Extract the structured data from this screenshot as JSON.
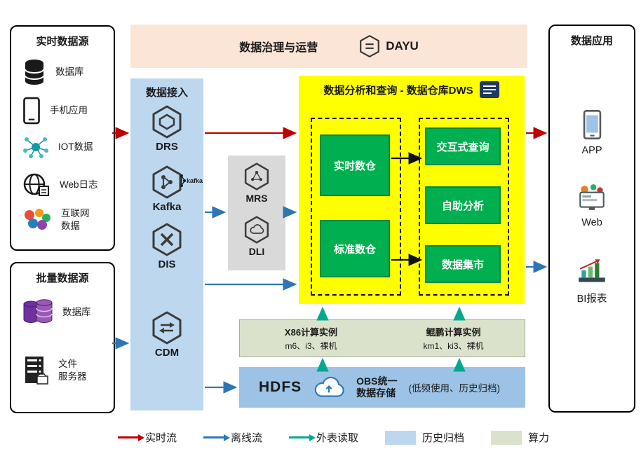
{
  "banner": {
    "title": "数据治理与运营",
    "logo_text": "DAYU"
  },
  "realtime_sources": {
    "title": "实时数据源",
    "items": [
      {
        "label": "数据库"
      },
      {
        "label": "手机应用"
      },
      {
        "label": "IOT数据"
      },
      {
        "label": "Web日志"
      },
      {
        "label": "互联网\n数据"
      }
    ]
  },
  "batch_sources": {
    "title": "批量数据源",
    "items": [
      {
        "label": "数据库"
      },
      {
        "label": "文件\n服务器"
      }
    ]
  },
  "ingestion": {
    "title": "数据接入",
    "services": [
      {
        "label": "DRS"
      },
      {
        "label": "Kafka",
        "logo_text": "kafka"
      },
      {
        "label": "DIS"
      },
      {
        "label": "CDM"
      }
    ]
  },
  "processing": {
    "services": [
      {
        "label": "MRS"
      },
      {
        "label": "DLI"
      }
    ]
  },
  "dws": {
    "title": "数据分析和查询 - 数据仓库DWS",
    "warehouses": [
      {
        "label": "实时数仓"
      },
      {
        "label": "标准数仓"
      }
    ],
    "services": [
      {
        "label": "交互式查询"
      },
      {
        "label": "自助分析"
      },
      {
        "label": "数据集市"
      }
    ]
  },
  "compute": {
    "x86": {
      "title": "X86计算实例",
      "subtitle": "m6、i3、裸机"
    },
    "kunpeng": {
      "title": "鲲鹏计算实例",
      "subtitle": "km1、ki3、裸机"
    }
  },
  "storage": {
    "hdfs": "HDFS",
    "obs_title": "OBS统一\n数据存储",
    "obs_note": "(低频使用、历史归档)"
  },
  "applications": {
    "title": "数据应用",
    "items": [
      {
        "label": "APP"
      },
      {
        "label": "Web"
      },
      {
        "label": "BI报表"
      }
    ]
  },
  "legend": {
    "items": [
      {
        "label": "实时流",
        "type": "arrow",
        "color": "#c00000"
      },
      {
        "label": "离线流",
        "type": "arrow",
        "color": "#2e75b6"
      },
      {
        "label": "外表读取",
        "type": "arrow",
        "color": "#00a98f"
      },
      {
        "label": "历史归档",
        "type": "swatch",
        "color": "#bdd7ee"
      },
      {
        "label": "算力",
        "type": "swatch",
        "color": "#dbe2cc"
      }
    ]
  },
  "colors": {
    "realtime_flow": "#c00000",
    "offline_flow": "#2e75b6",
    "external_read": "#00a98f",
    "dws_bg": "#ffff00",
    "green_module": "#00b050",
    "banner_bg": "#fbe5d6",
    "ingest_bg": "#bdd7ee",
    "storage_bg": "#9cc3e5",
    "compute_bg": "#dbe2cc",
    "processing_bg": "#d9d9d9"
  }
}
